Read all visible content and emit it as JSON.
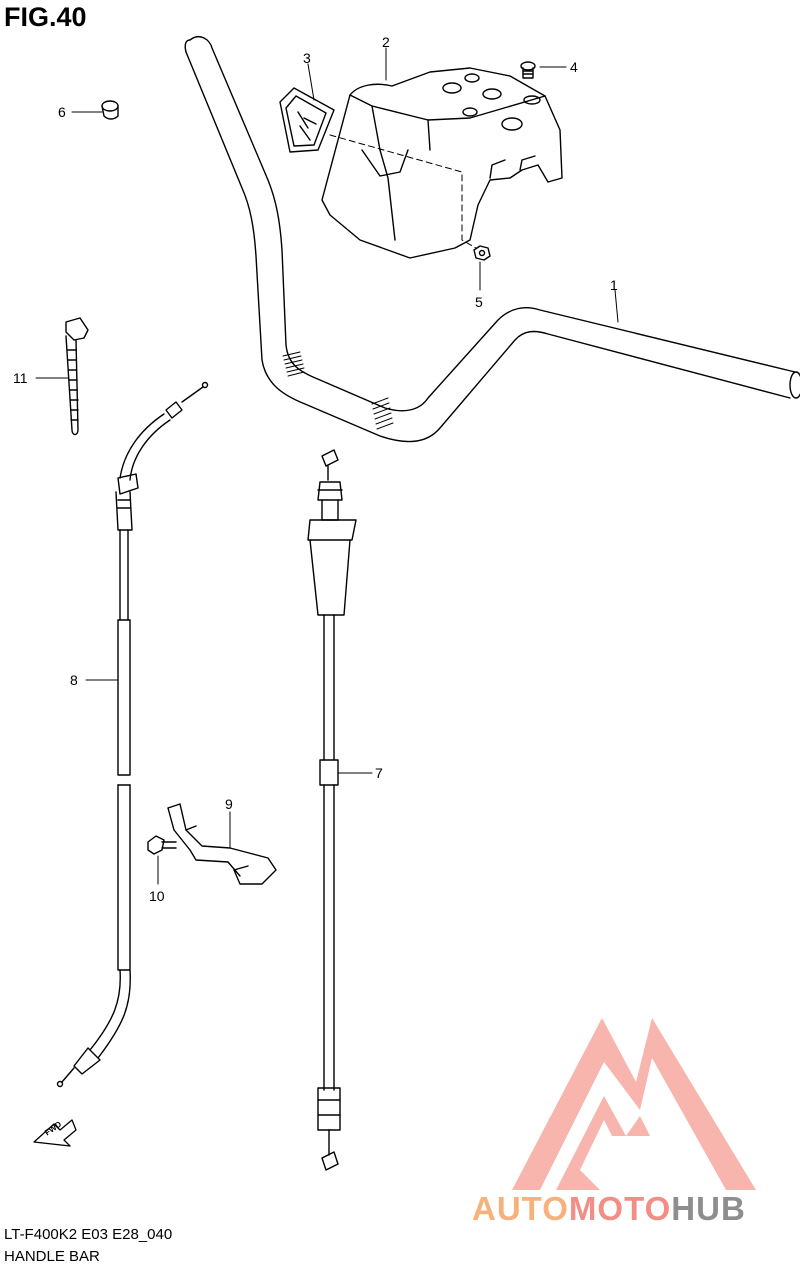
{
  "figure": {
    "title": "FIG.40"
  },
  "callouts": [
    "1",
    "2",
    "3",
    "4",
    "5",
    "6",
    "7",
    "8",
    "9",
    "10",
    "11"
  ],
  "footer": {
    "model": "LT-F400K2 E03 E28_040",
    "section": "HANDLE BAR"
  },
  "fwd_label": "FWD",
  "watermark": {
    "word_a": "AUTO",
    "word_b": "MOTO",
    "word_c": "HUB",
    "color_a": "#f6b27a",
    "color_b": "#f28e86",
    "color_c": "#8e8e8e"
  }
}
